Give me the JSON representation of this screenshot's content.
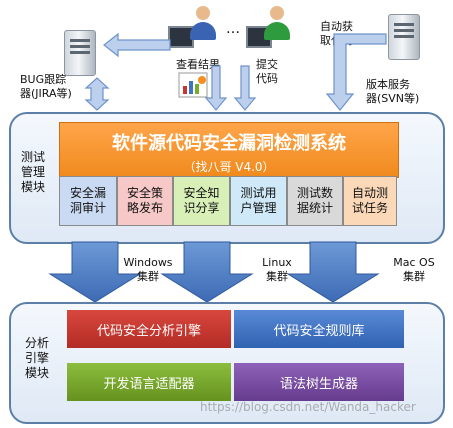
{
  "labels": {
    "bug_tracker": "BUG跟踪\n器(JIRA等)",
    "view_results": "查看结果",
    "submit_code": "提交\n代码",
    "auto_fetch": "自动获\n取代码",
    "version_server": "版本服务\n器(SVN等)",
    "ellipsis": "…"
  },
  "test_module": {
    "side_label": "测试\n管理\n模块",
    "title": "软件源代码安全漏洞检测系统",
    "subtitle": "（找八哥 V4.0）",
    "cells": [
      {
        "label": "安全漏\n洞审计",
        "color": "#c9daf2"
      },
      {
        "label": "安全策\n略发布",
        "color": "#f6c8c8"
      },
      {
        "label": "安全知\n识分享",
        "color": "#d8f0b8"
      },
      {
        "label": "测试用\n户管理",
        "color": "#cfe9f8"
      },
      {
        "label": "测试数\n据统计",
        "color": "#d9d9d9"
      },
      {
        "label": "自动测\n试任务",
        "color": "#fbd9b8"
      }
    ]
  },
  "clusters": [
    {
      "label": "Windows\n集群"
    },
    {
      "label": "Linux\n集群"
    },
    {
      "label": "Mac OS\n集群"
    }
  ],
  "engine_module": {
    "side_label": "分析\n引擎\n模块",
    "items": [
      {
        "label": "代码安全分析引擎",
        "color": "#c8372f"
      },
      {
        "label": "代码安全规则库",
        "color": "#3f74c4"
      },
      {
        "label": "开发语言适配器",
        "color": "#7aaa2e"
      },
      {
        "label": "语法树生成器",
        "color": "#7a4ea3"
      }
    ]
  },
  "watermark": "https://blog.csdn.net/Wanda_hacker",
  "colors": {
    "arrow": "#4f80c6",
    "panel_border": "#5b7fa6",
    "title": "#f5901f"
  }
}
